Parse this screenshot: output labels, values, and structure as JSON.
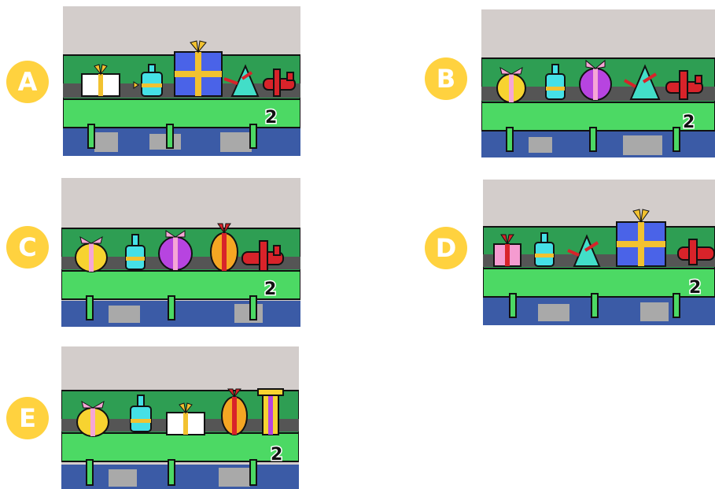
{
  "options": [
    {
      "letter": "A",
      "number": "2",
      "items": [
        "white-gift",
        "soap-bottle",
        "blue-gift-box",
        "party-hat",
        "toy-plane"
      ]
    },
    {
      "letter": "B",
      "number": "2",
      "items": [
        "yellow-egg-gift",
        "soap-bottle",
        "purple-ball-gift",
        "party-hat",
        "toy-plane"
      ]
    },
    {
      "letter": "C",
      "number": "2",
      "items": [
        "yellow-egg-gift",
        "soap-bottle",
        "purple-ball-gift",
        "orange-egg-gift",
        "toy-plane"
      ]
    },
    {
      "letter": "D",
      "number": "2",
      "items": [
        "pink-gift",
        "soap-bottle",
        "party-hat",
        "blue-gift-box",
        "toy-plane"
      ]
    },
    {
      "letter": "E",
      "number": "2",
      "items": [
        "yellow-egg-gift",
        "soap-bottle",
        "white-gift",
        "orange-egg-gift",
        "tall-gift"
      ]
    }
  ],
  "colors": {
    "badge": "#FFD23F",
    "wall": "#D3CDCB",
    "shelf_back": "#2E9E53",
    "shelf_front": "#4CD964",
    "floor": "#3B5BA6",
    "mat": "#A9A9A9"
  }
}
